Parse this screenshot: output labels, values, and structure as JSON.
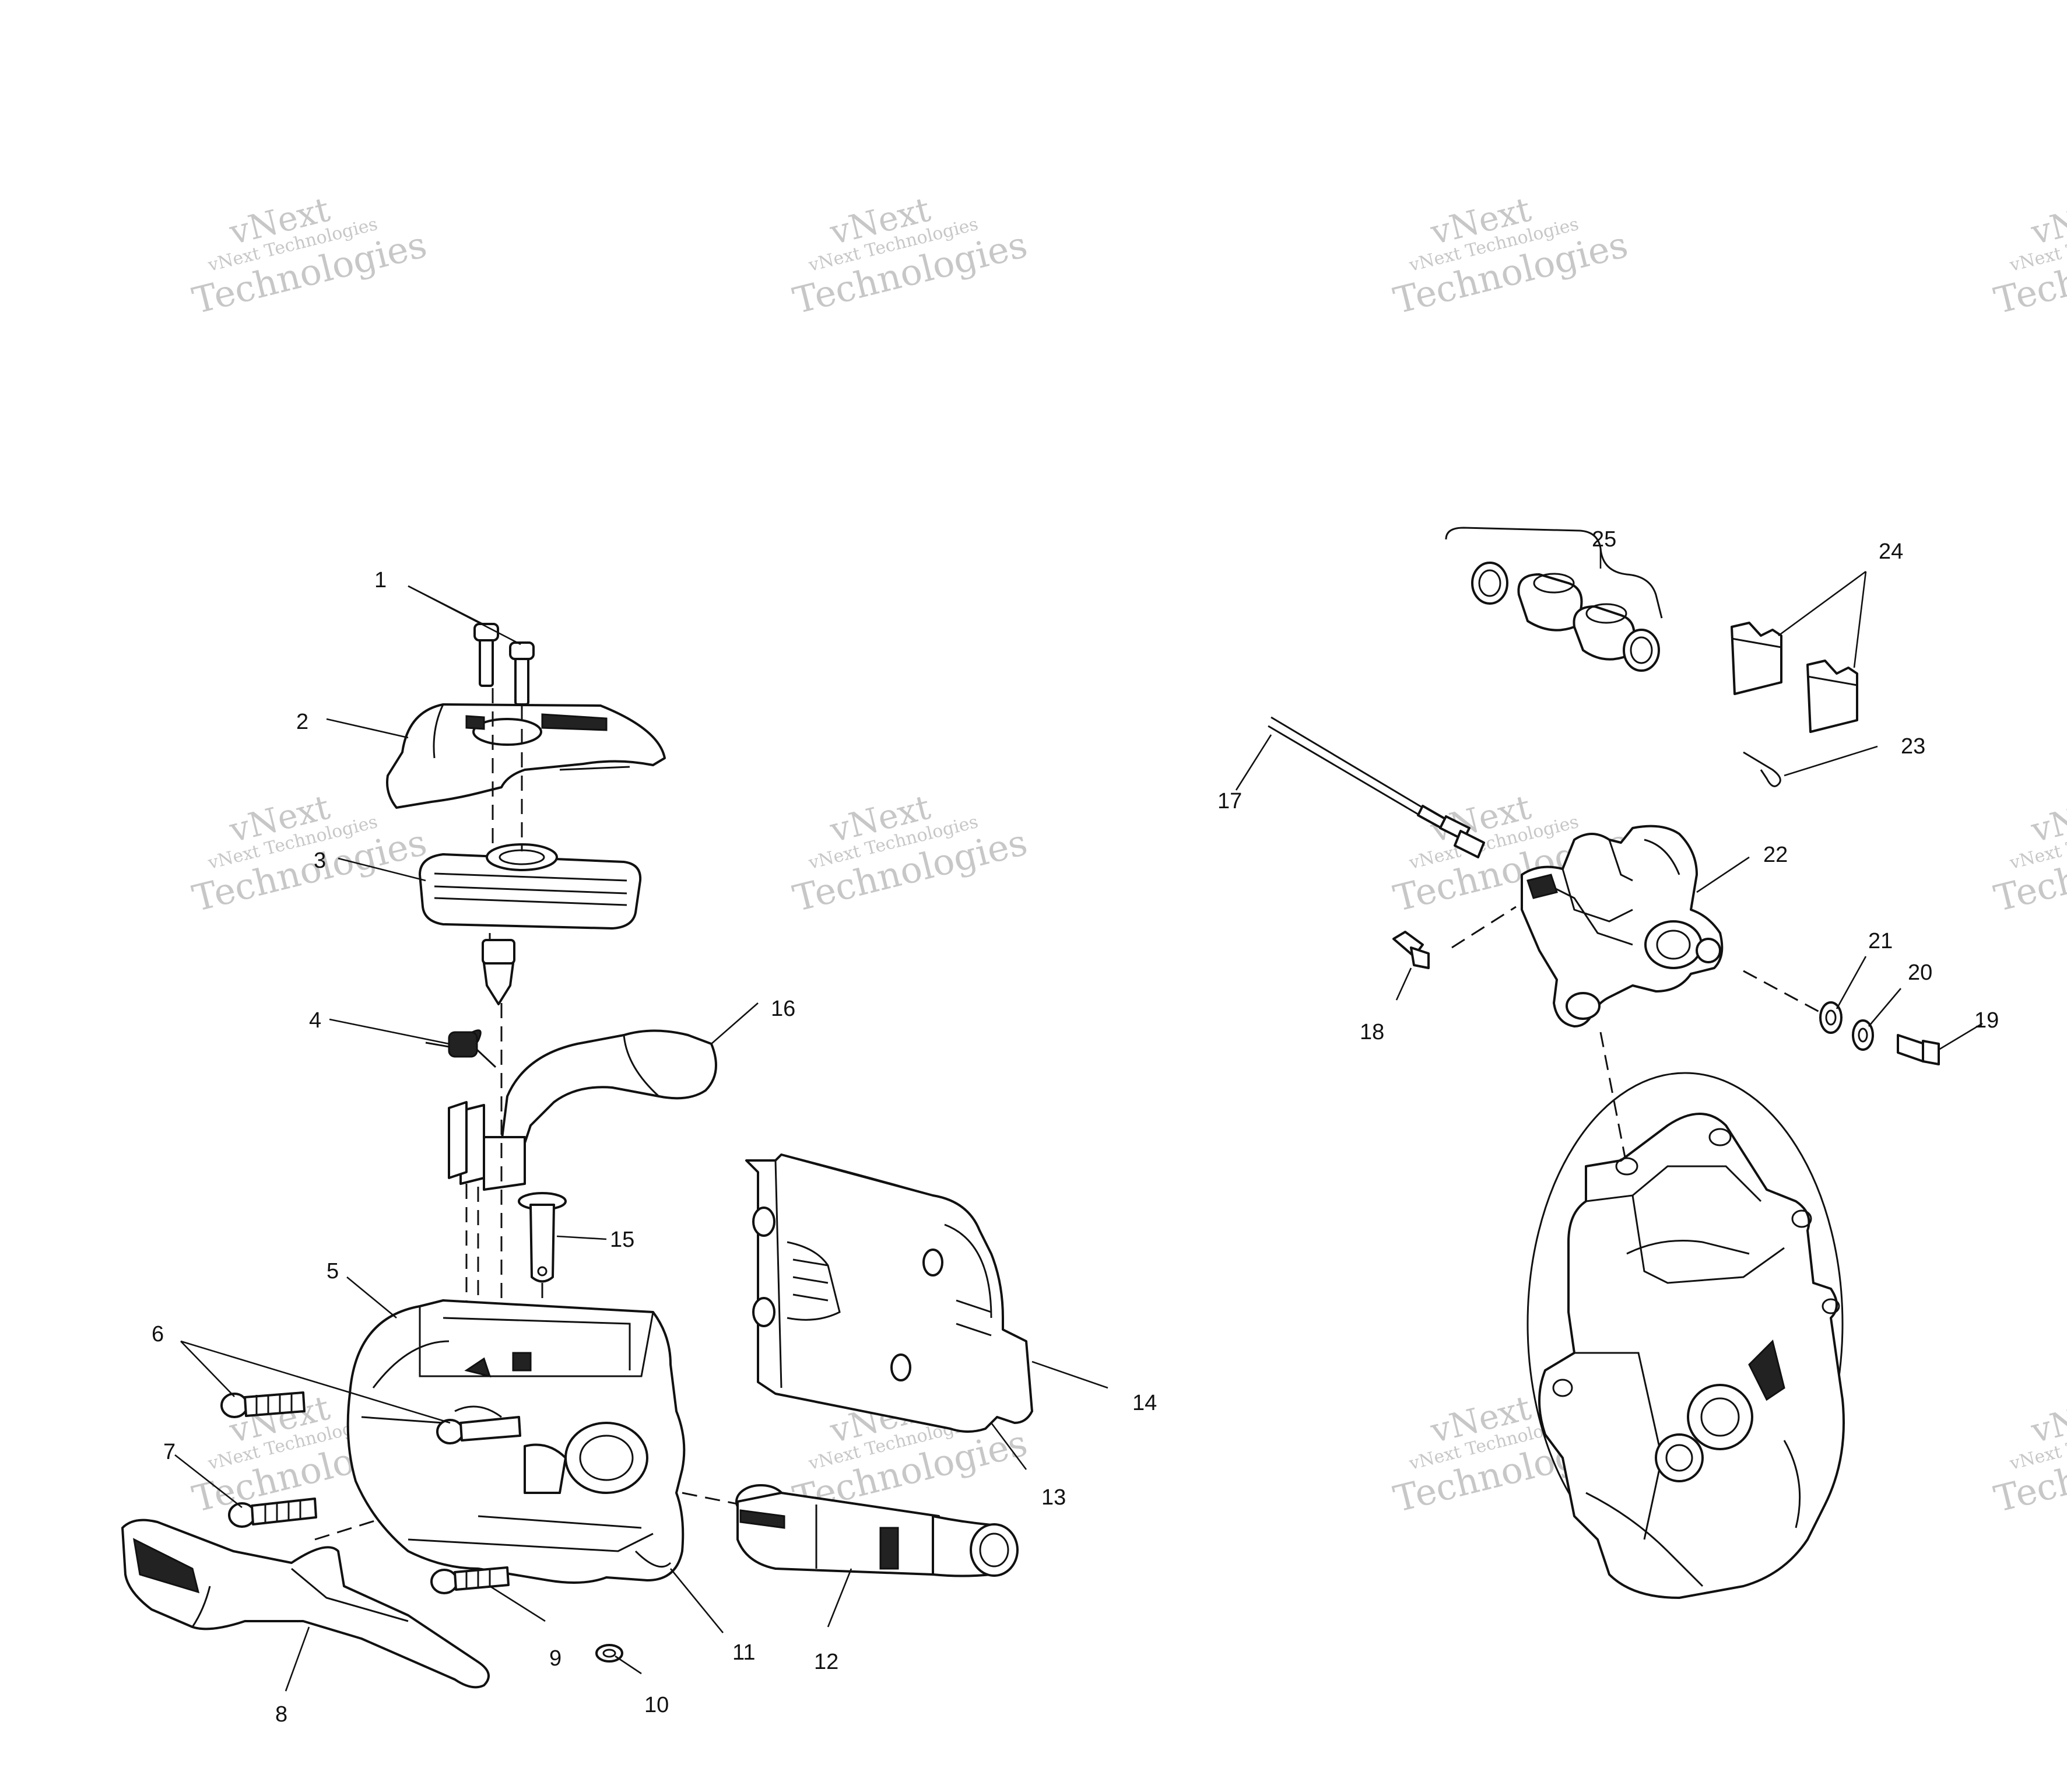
{
  "watermark": {
    "line1": "vNext",
    "line2": "vNext Technologies",
    "line3": "Technologies"
  },
  "callouts": [
    {
      "id": "1",
      "label": "1"
    },
    {
      "id": "2",
      "label": "2"
    },
    {
      "id": "3",
      "label": "3"
    },
    {
      "id": "4",
      "label": "4"
    },
    {
      "id": "5",
      "label": "5"
    },
    {
      "id": "6",
      "label": "6"
    },
    {
      "id": "7",
      "label": "7"
    },
    {
      "id": "8",
      "label": "8"
    },
    {
      "id": "9",
      "label": "9"
    },
    {
      "id": "10",
      "label": "10"
    },
    {
      "id": "11",
      "label": "11"
    },
    {
      "id": "12",
      "label": "12"
    },
    {
      "id": "13",
      "label": "13"
    },
    {
      "id": "14",
      "label": "14"
    },
    {
      "id": "15",
      "label": "15"
    },
    {
      "id": "16",
      "label": "16"
    },
    {
      "id": "17",
      "label": "17"
    },
    {
      "id": "18",
      "label": "18"
    },
    {
      "id": "19",
      "label": "19"
    },
    {
      "id": "20",
      "label": "20"
    },
    {
      "id": "21",
      "label": "21"
    },
    {
      "id": "22",
      "label": "22"
    },
    {
      "id": "23",
      "label": "23"
    },
    {
      "id": "24",
      "label": "24"
    },
    {
      "id": "25",
      "label": "25"
    }
  ]
}
